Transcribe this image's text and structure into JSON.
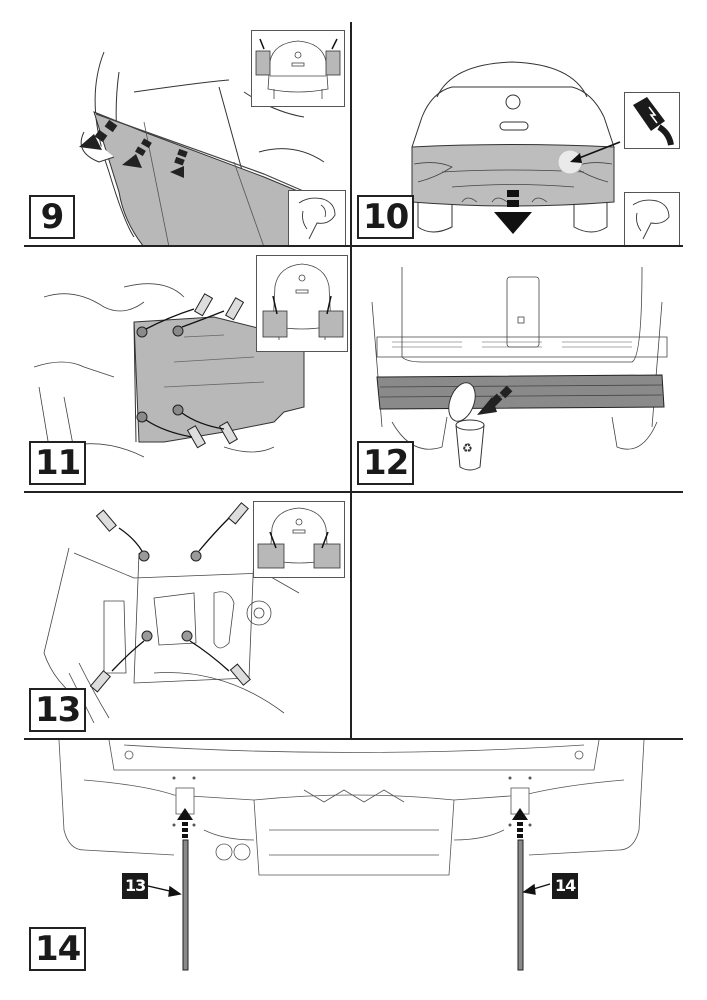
{
  "page": {
    "steps": [
      {
        "number": "9"
      },
      {
        "number": "10"
      },
      {
        "number": "11"
      },
      {
        "number": "12"
      },
      {
        "number": "13"
      },
      {
        "number": "14"
      }
    ],
    "step14": {
      "labels": [
        {
          "text": "13",
          "side": "left"
        },
        {
          "text": "14",
          "side": "right"
        }
      ]
    }
  },
  "colors": {
    "line": "#222222",
    "highlight_grey": "#b8b8b8",
    "part_grey": "#8a8a8a",
    "label_bg": "#1a1a1a",
    "label_text": "#ffffff"
  },
  "icons": {
    "step9": [
      "bumper-removal-arrows",
      "rear-car-inset",
      "hand-clip-inset"
    ],
    "step10": [
      "rear-car-bumper",
      "down-arrow",
      "electrical-plug-icon",
      "hand-clip-inset"
    ],
    "step11": [
      "bracket-bolts",
      "rear-car-inset"
    ],
    "step12": [
      "crossbeam",
      "recycle-bin-icon"
    ],
    "step13": [
      "chassis-bolts",
      "rear-car-inset"
    ],
    "step14": [
      "tow-bar-mount",
      "up-arrow"
    ]
  }
}
